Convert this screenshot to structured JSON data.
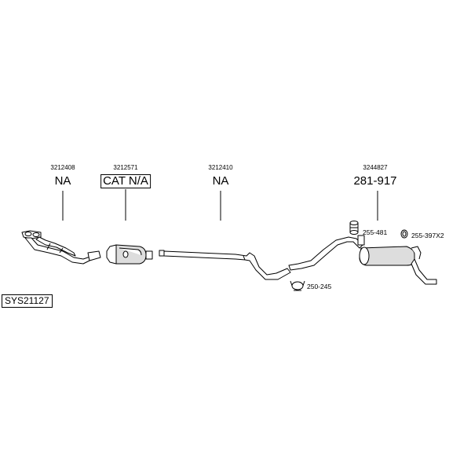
{
  "system_id": "SYS21127",
  "parts": [
    {
      "code": "3212408",
      "label": "NA",
      "boxed": false
    },
    {
      "code": "3212571",
      "label": "CAT N/A",
      "boxed": true
    },
    {
      "code": "3212410",
      "label": "NA",
      "boxed": false
    },
    {
      "code": "3244827",
      "label": "281-917",
      "boxed": false
    }
  ],
  "accessories": [
    {
      "label": "255-481",
      "icon": "rubber-mount-icon"
    },
    {
      "label": "255-397X2",
      "icon": "ring-gasket-icon"
    },
    {
      "label": "250-245",
      "icon": "clamp-icon"
    }
  ],
  "colors": {
    "line": "#000000",
    "part_fill": "#ffffff",
    "part_shade": "#dddddd"
  }
}
